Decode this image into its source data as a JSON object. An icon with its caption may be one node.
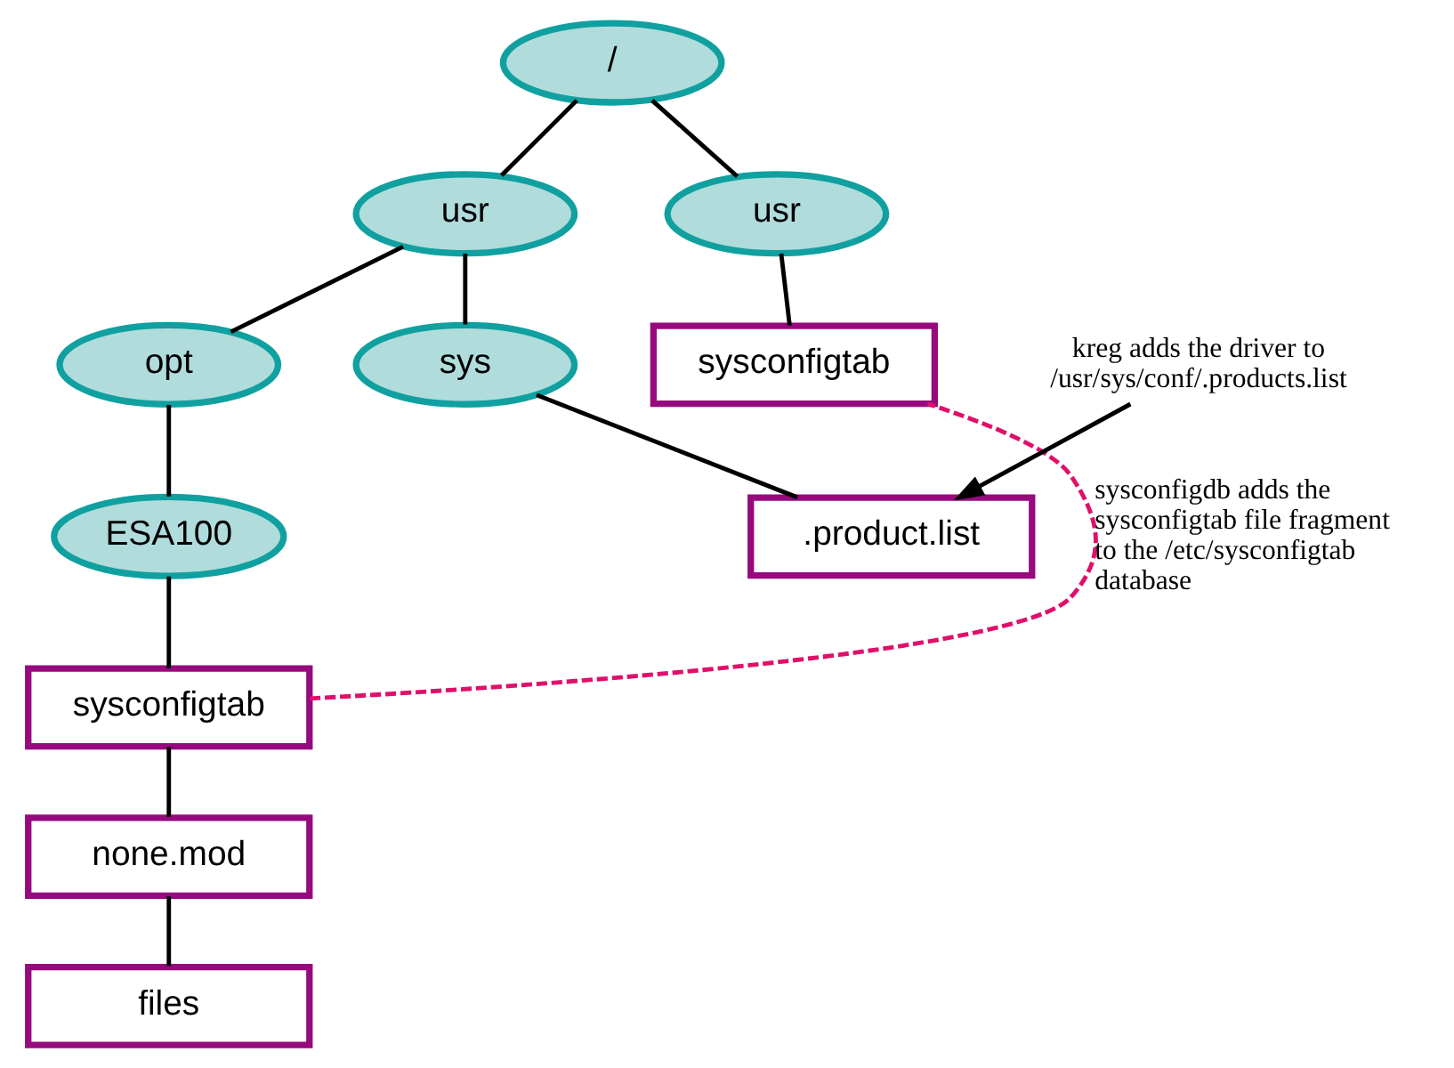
{
  "diagram": {
    "nodes": [
      {
        "text": [
          "/"
        ]
      },
      {
        "text": [
          "usr"
        ]
      },
      {
        "text": [
          "usr"
        ]
      },
      {
        "text": [
          "sys"
        ]
      },
      {
        "text": [
          "opt"
        ]
      },
      {
        "text": [
          "sysconfigtab"
        ]
      },
      {
        "text": [
          ".product.list"
        ]
      },
      {
        "text": [
          "ESA100"
        ]
      },
      {
        "text": [
          "sysconfigtab"
        ]
      },
      {
        "text": [
          "none.mod"
        ]
      },
      {
        "text": [
          "files"
        ]
      },
      {
        "text": [
          "kreg adds the driver to /usr/sys/conf/.products.list"
        ]
      }
    ],
    "edges": [
      {
        "from": 0,
        "to": 1,
        "arrow": "none"
      },
      {
        "from": 0,
        "to": 2,
        "arrow": "none"
      },
      {
        "from": 1,
        "to": 3,
        "arrow": "none"
      },
      {
        "from": 1,
        "to": 4,
        "arrow": "none"
      },
      {
        "from": 2,
        "to": 5,
        "arrow": "none"
      },
      {
        "from": 3,
        "to": 6,
        "arrow": "none"
      },
      {
        "from": 4,
        "to": 7,
        "arrow": "none"
      },
      {
        "from": 7,
        "to": 8,
        "arrow": "none"
      },
      {
        "from": 8,
        "to": 9,
        "arrow": "none"
      },
      {
        "from": 9,
        "to": 10,
        "arrow": "none"
      },
      {
        "from": 11,
        "to": 6,
        "arrow": "to"
      },
      {
        "from": 8,
        "to": 5,
        "arrow": "none",
        "style": "dashed",
        "color": "#e0106a",
        "label": "sysconfigdb adds the sysconfigtab file fragment to the /etc/sysconfigtab database"
      }
    ]
  }
}
